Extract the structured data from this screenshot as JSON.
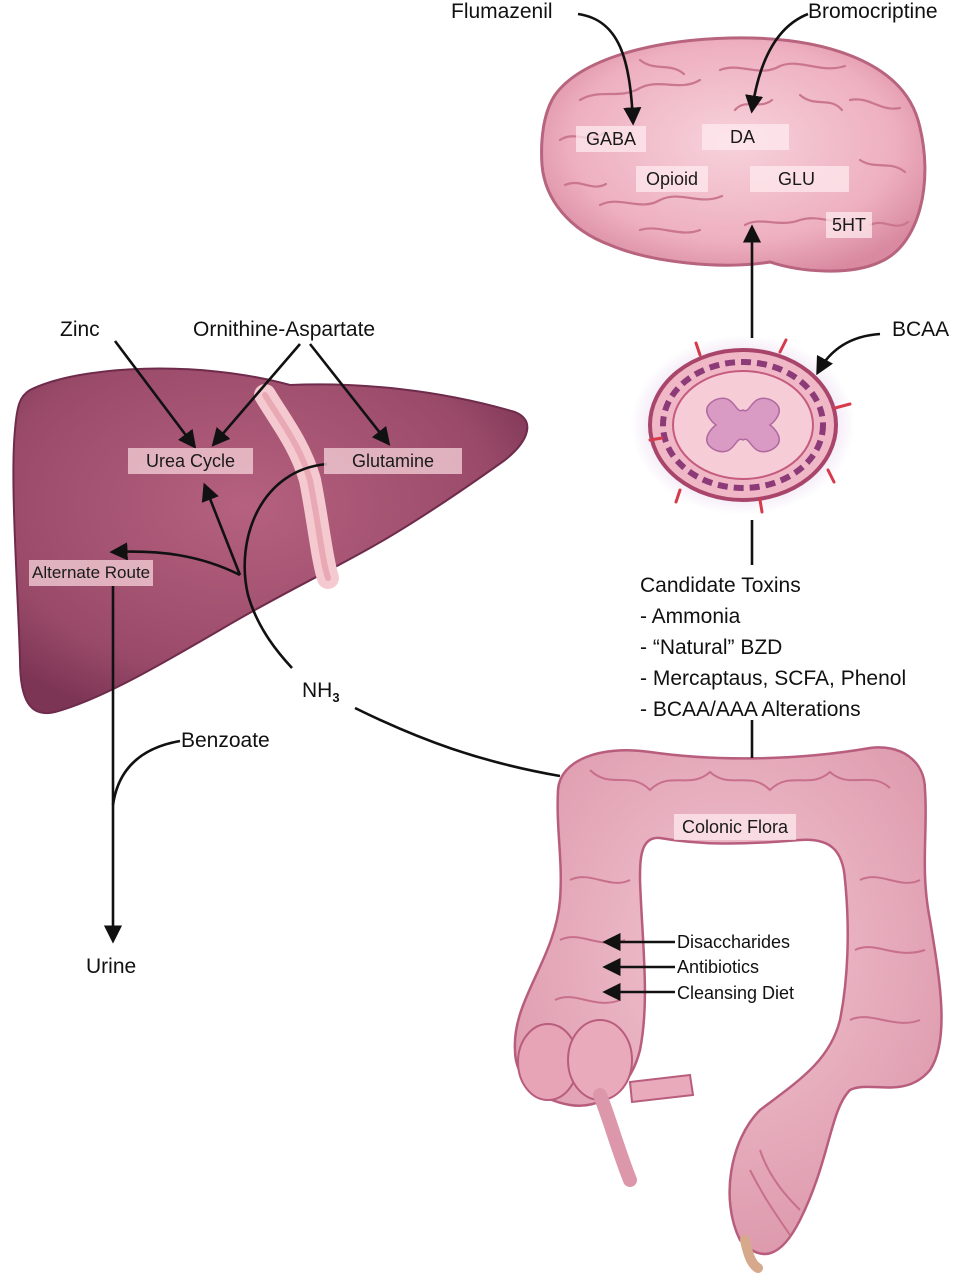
{
  "brain": {
    "drugs": {
      "flumazenil": "Flumazenil",
      "bromocriptine": "Bromocriptine"
    },
    "receptors": {
      "gaba": "GABA",
      "da": "DA",
      "opioid": "Opioid",
      "glu": "GLU",
      "ht5": "5HT"
    }
  },
  "spinal": {
    "bcaa": "BCAA"
  },
  "liver": {
    "zinc": "Zinc",
    "ornithine": "Ornithine-Aspartate",
    "urea_cycle": "Urea Cycle",
    "glutamine": "Glutamine",
    "alternate_route": "Alternate Route",
    "benzoate": "Benzoate",
    "urine": "Urine"
  },
  "ammonia": {
    "nh": "NH",
    "sub": "3"
  },
  "toxins": {
    "title": "Candidate Toxins",
    "items": [
      "- Ammonia",
      "- “Natural” BZD",
      "- Mercaptaus, SCFA, Phenol",
      "- BCAA/AAA Alterations"
    ]
  },
  "colon": {
    "flora": "Colonic Flora",
    "treatments": [
      "Disaccharides",
      "Antibiotics",
      "Cleansing Diet"
    ]
  },
  "colors": {
    "organ_pink": "#e9a7b6",
    "liver_purple": "#9e4d6a",
    "outline": "#7a2f55",
    "arrow": "#111111"
  }
}
